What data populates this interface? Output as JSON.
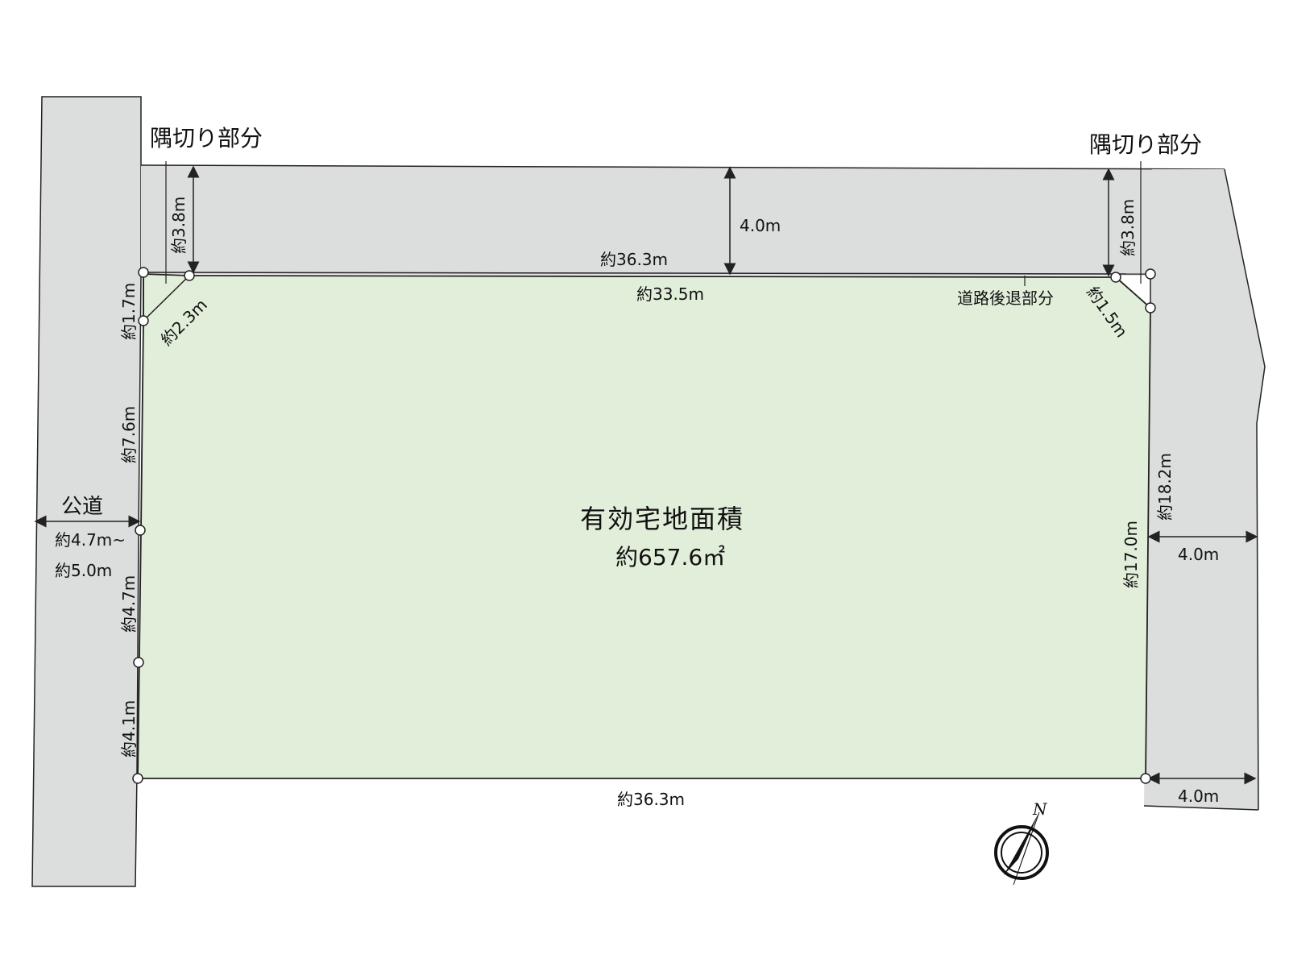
{
  "diagram": {
    "type": "land-plot-survey",
    "colors": {
      "lot_fill": "#e1eed9",
      "road_fill": "#dcdddd",
      "line": "#222222",
      "background": "#ffffff"
    },
    "center_label": {
      "title": "有効宅地面積",
      "area": "約657.6㎡"
    },
    "corner_cut_labels": {
      "top_left": "隅切り部分",
      "top_right": "隅切り部分"
    },
    "road_setback_label": "道路後退部分",
    "public_road": {
      "label": "公道",
      "width_line1": "約4.7m~",
      "width_line2": "約5.0m"
    },
    "dimensions": {
      "top_road_width": "4.0m",
      "top_left_setback": "約3.8m",
      "top_right_setback": "約3.8m",
      "top_outer_length": "約36.3m",
      "top_inner_length": "約33.5m",
      "top_left_corner_cut": "約2.3m",
      "top_left_side": "約1.7m",
      "top_right_corner_cut": "約1.5m",
      "left_side_1": "約7.6m",
      "left_side_2": "約4.7m",
      "left_side_3": "約4.1m",
      "right_side_outer": "約18.2m",
      "right_side_inner": "約17.0m",
      "right_road_width_upper": "4.0m",
      "right_road_width_lower": "4.0m",
      "bottom_length": "約36.3m"
    },
    "compass": {
      "north_label": "N"
    }
  }
}
